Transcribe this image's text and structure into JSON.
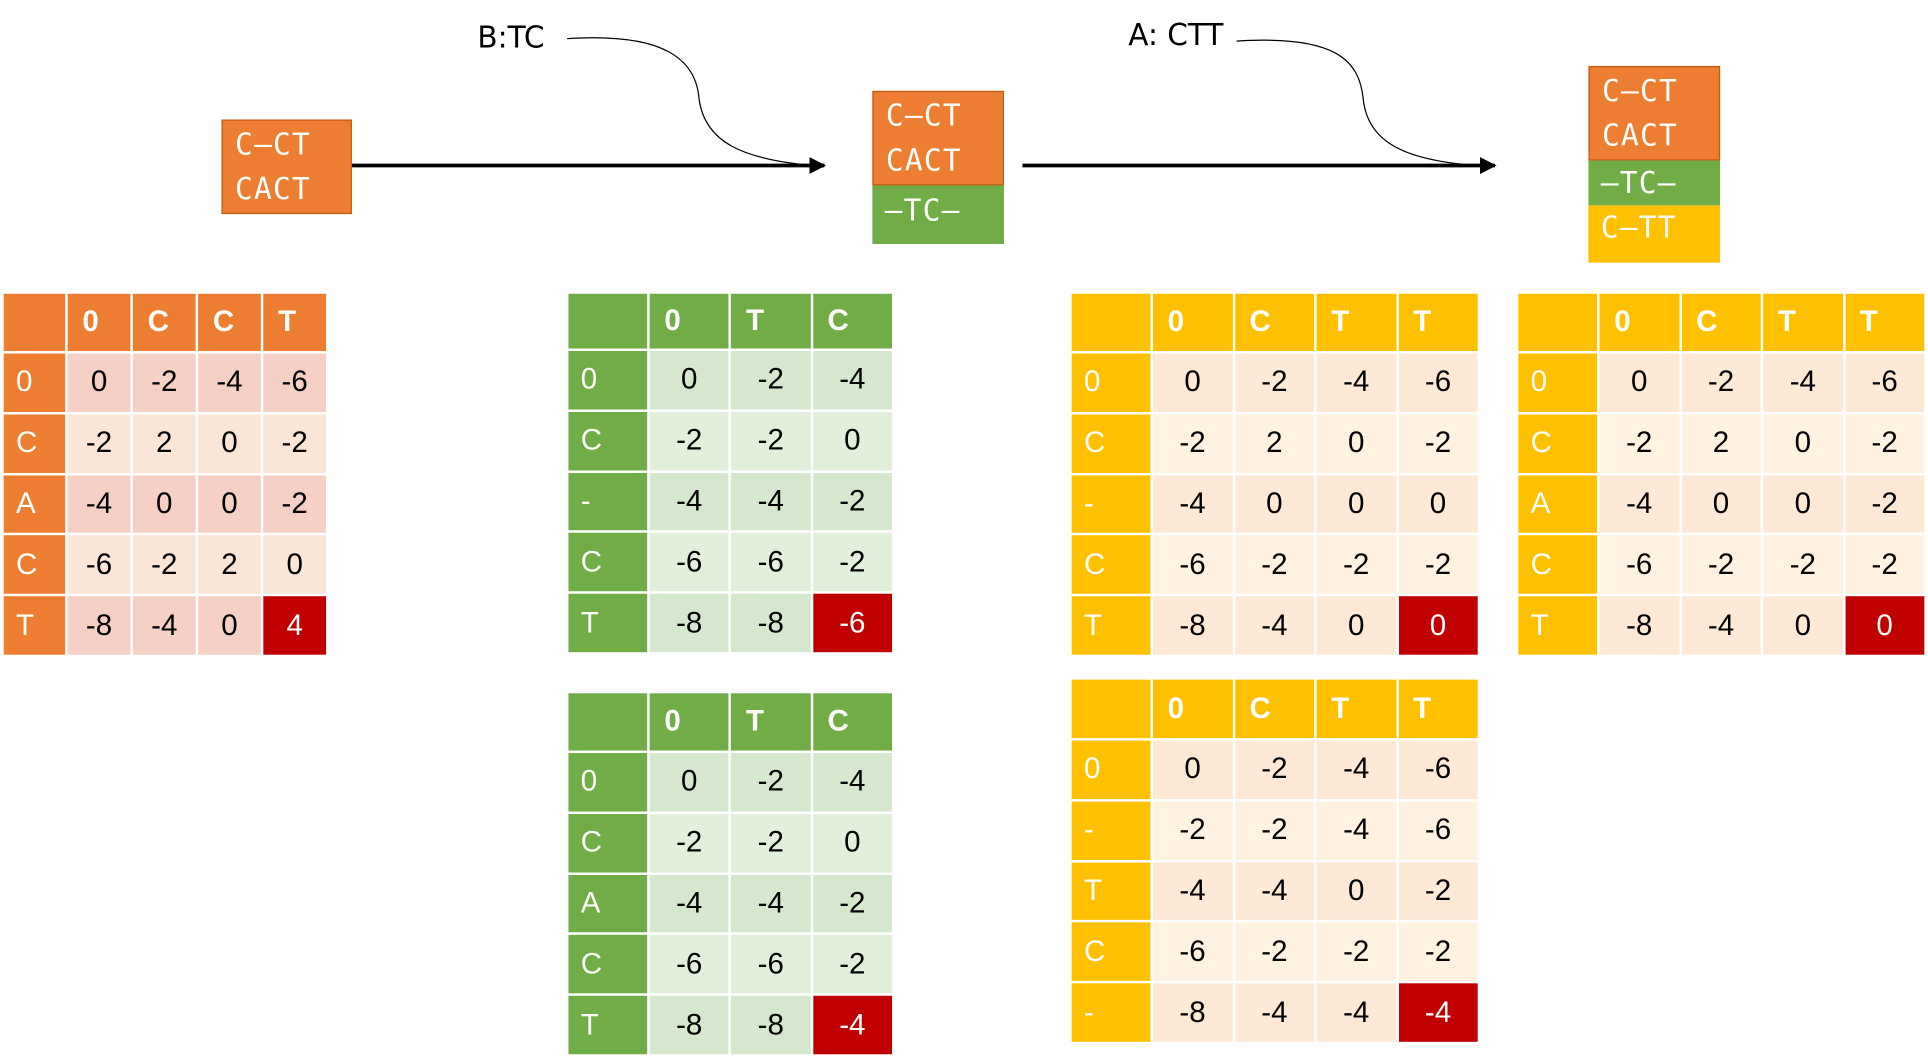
{
  "colors": {
    "orange": "#ed7d31",
    "orange_border": "#c55a11",
    "orange_light": "#fbe5d6",
    "orange_dark": "#f6cfc5",
    "green": "#70ad47",
    "green_light": "#e2efda",
    "green_dark": "#d5e8cd",
    "yellow": "#ffc000",
    "yellow_light": "#fff2e0",
    "yellow_dark": "#fde9d6",
    "final_cell": "#c00000"
  },
  "steps": {
    "step_b_label": "B:TC",
    "step_a_label": "A: CTT"
  },
  "profiles": {
    "initial": [
      "C–CT",
      "CACT"
    ],
    "after_b": [
      "C–CT",
      "CACT",
      "–TC–"
    ],
    "after_a": [
      "C–CT",
      "CACT",
      "–TC–",
      "C–TT"
    ]
  },
  "matrices": [
    {
      "theme": "orange",
      "cols": [
        "0",
        "C",
        "C",
        "T"
      ],
      "rows": [
        "0",
        "C",
        "A",
        "C",
        "T"
      ],
      "cells": [
        [
          "0",
          "-2",
          "-4",
          "-6"
        ],
        [
          "-2",
          "2",
          "0",
          "-2"
        ],
        [
          "-4",
          "0",
          "0",
          "-2"
        ],
        [
          "-6",
          "-2",
          "2",
          "0"
        ],
        [
          "-8",
          "-4",
          "0",
          "4"
        ]
      ]
    },
    {
      "theme": "green",
      "cols": [
        "0",
        "T",
        "C"
      ],
      "rows": [
        "0",
        "C",
        "-",
        "C",
        "T"
      ],
      "cells": [
        [
          "0",
          "-2",
          "-4"
        ],
        [
          "-2",
          "-2",
          "0"
        ],
        [
          "-4",
          "-4",
          "-2"
        ],
        [
          "-6",
          "-6",
          "-2"
        ],
        [
          "-8",
          "-8",
          "-6"
        ]
      ]
    },
    {
      "theme": "green",
      "cols": [
        "0",
        "T",
        "C"
      ],
      "rows": [
        "0",
        "C",
        "A",
        "C",
        "T"
      ],
      "cells": [
        [
          "0",
          "-2",
          "-4"
        ],
        [
          "-2",
          "-2",
          "0"
        ],
        [
          "-4",
          "-4",
          "-2"
        ],
        [
          "-6",
          "-6",
          "-2"
        ],
        [
          "-8",
          "-8",
          "-4"
        ]
      ]
    },
    {
      "theme": "yellow",
      "cols": [
        "0",
        "C",
        "T",
        "T"
      ],
      "rows": [
        "0",
        "C",
        "-",
        "C",
        "T"
      ],
      "cells": [
        [
          "0",
          "-2",
          "-4",
          "-6"
        ],
        [
          "-2",
          "2",
          "0",
          "-2"
        ],
        [
          "-4",
          "0",
          "0",
          "0"
        ],
        [
          "-6",
          "-2",
          "-2",
          "-2"
        ],
        [
          "-8",
          "-4",
          "0",
          "0"
        ]
      ]
    },
    {
      "theme": "yellow",
      "cols": [
        "0",
        "C",
        "T",
        "T"
      ],
      "rows": [
        "0",
        "-",
        "T",
        "C",
        "-"
      ],
      "cells": [
        [
          "0",
          "-2",
          "-4",
          "-6"
        ],
        [
          "-2",
          "-2",
          "-4",
          "-6"
        ],
        [
          "-4",
          "-4",
          "0",
          "-2"
        ],
        [
          "-6",
          "-2",
          "-2",
          "-2"
        ],
        [
          "-8",
          "-4",
          "-4",
          "-4"
        ]
      ]
    },
    {
      "theme": "yellow",
      "cols": [
        "0",
        "C",
        "T",
        "T"
      ],
      "rows": [
        "0",
        "C",
        "A",
        "C",
        "T"
      ],
      "cells": [
        [
          "0",
          "-2",
          "-4",
          "-6"
        ],
        [
          "-2",
          "2",
          "0",
          "-2"
        ],
        [
          "-4",
          "0",
          "0",
          "-2"
        ],
        [
          "-6",
          "-2",
          "-2",
          "-2"
        ],
        [
          "-8",
          "-4",
          "0",
          "0"
        ]
      ]
    }
  ]
}
